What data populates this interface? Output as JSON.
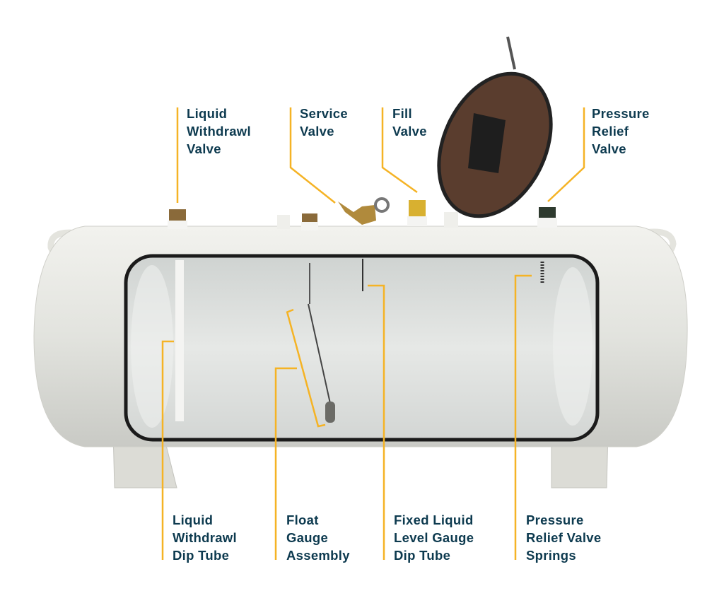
{
  "top_labels": [
    {
      "lines": [
        "Liquid",
        "Withdrawl",
        "Valve"
      ]
    },
    {
      "lines": [
        "Service",
        "Valve"
      ]
    },
    {
      "lines": [
        "Fill",
        "Valve"
      ]
    },
    {
      "lines": [
        "Pressure",
        "Relief",
        "Valve"
      ]
    }
  ],
  "bottom_labels": [
    {
      "lines": [
        "Liquid",
        "Withdrawl",
        "Dip Tube"
      ]
    },
    {
      "lines": [
        "Float",
        "Gauge",
        "Assembly"
      ]
    },
    {
      "lines": [
        "Fixed Liquid",
        "Level Gauge",
        "Dip Tube"
      ]
    },
    {
      "lines": [
        "Pressure",
        "Relief Valve",
        "Springs"
      ]
    }
  ],
  "colors": {
    "text": "#0d3a4f",
    "leader": "#f5b325",
    "tank": "#e8e8e2",
    "lid": "#5a3d2e"
  }
}
